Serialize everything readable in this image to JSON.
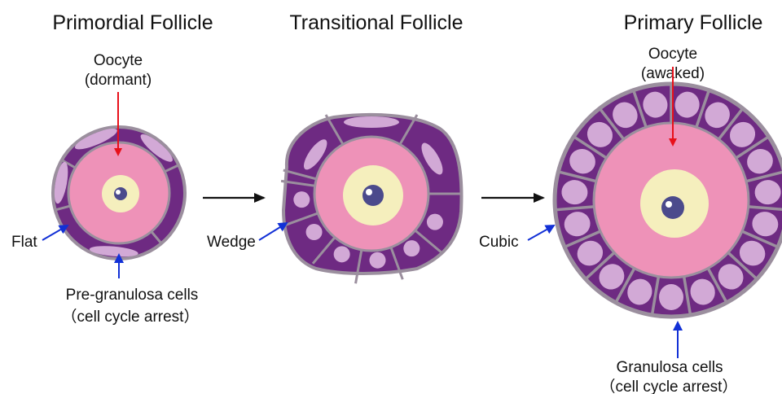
{
  "stages": [
    {
      "title": "Primordial Follicle"
    },
    {
      "title": "Transitional Follicle"
    },
    {
      "title": "Primary Follicle"
    }
  ],
  "labels": {
    "oocyte_dormant_1": "Oocyte",
    "oocyte_dormant_2": "(dormant)",
    "flat": "Flat",
    "pregranulosa_1": "Pre-granulosa cells",
    "pregranulosa_2": "（cell cycle arrest）",
    "wedge": "Wedge",
    "cubic": "Cubic",
    "oocyte_awaked_1": "Oocyte",
    "oocyte_awaked_2": "(awaked)",
    "granulosa_1": "Granulosa cells",
    "granulosa_2": "（cell cycle arrest）"
  },
  "colors": {
    "outer_purple": "#6e2a82",
    "cell_border": "#9b8f9e",
    "nucleus_lilac": "#d2a9d6",
    "ooplasm_pink": "#ee92b8",
    "vesicle_cream": "#f5efbd",
    "nucleolus": "#4b4a8c",
    "arrow_red": "#e8101a",
    "arrow_blue": "#1230d6",
    "arrow_black": "#111111"
  }
}
